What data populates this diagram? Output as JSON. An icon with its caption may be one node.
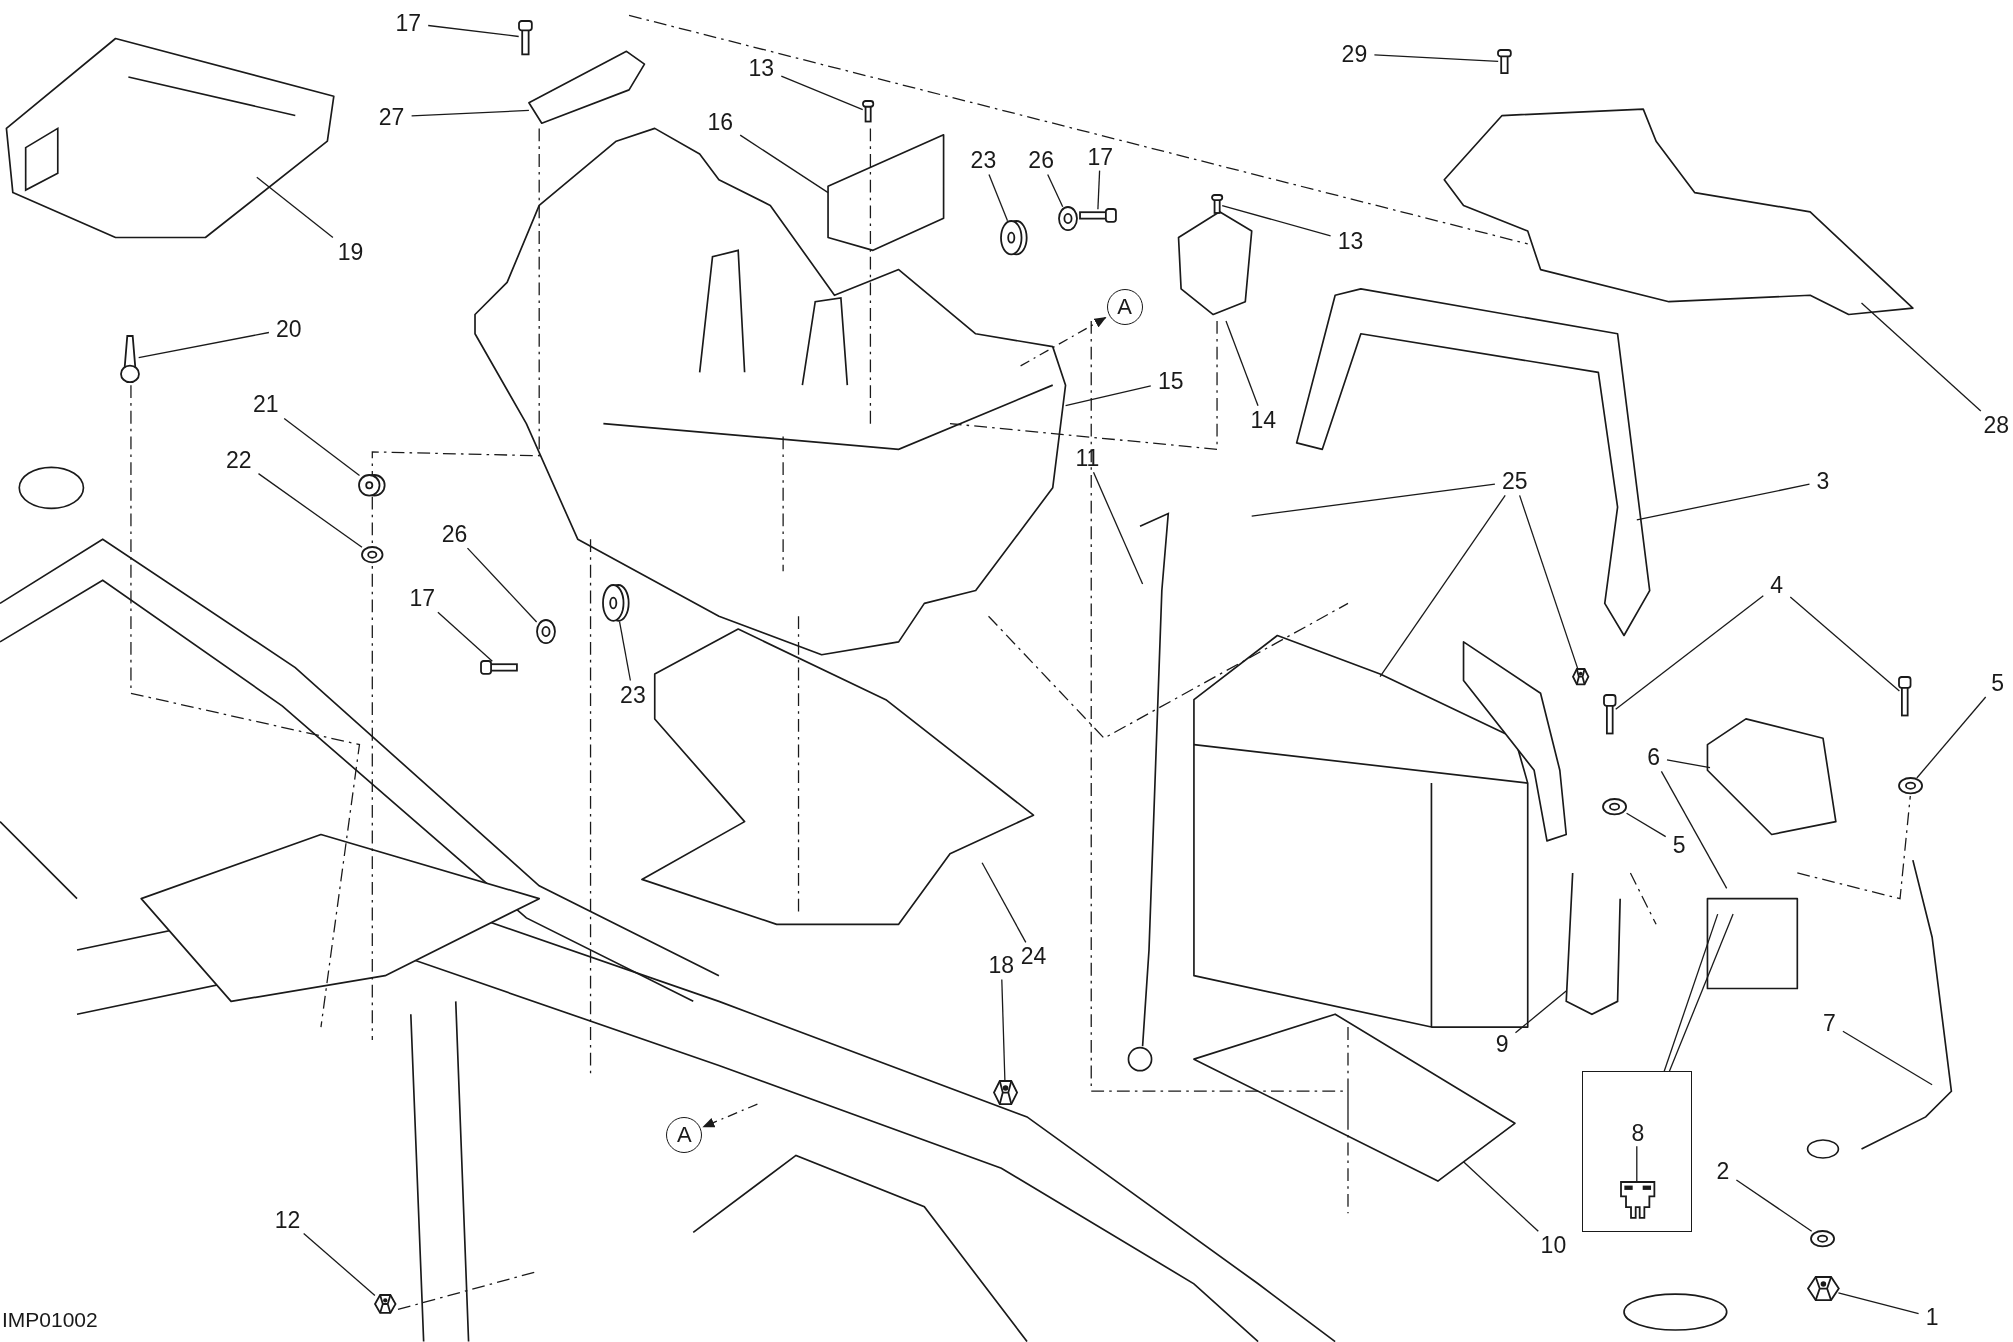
{
  "diagram": {
    "nodes": [
      {
        "text": [
          "17"
        ]
      },
      {
        "text": [
          "27"
        ]
      },
      {
        "text": [
          "19"
        ]
      },
      {
        "text": [
          "20"
        ]
      },
      {
        "text": [
          "21"
        ]
      },
      {
        "text": [
          "22"
        ]
      },
      {
        "text": [
          "26"
        ]
      },
      {
        "text": [
          "17"
        ]
      },
      {
        "text": [
          "23"
        ]
      },
      {
        "text": [
          "13"
        ]
      },
      {
        "text": [
          "16"
        ]
      },
      {
        "text": [
          "23"
        ]
      },
      {
        "text": [
          "26"
        ]
      },
      {
        "text": [
          "17"
        ]
      },
      {
        "text": [
          "29"
        ]
      },
      {
        "text": [
          "13"
        ]
      },
      {
        "text": [
          "14"
        ]
      },
      {
        "text": [
          "15"
        ]
      },
      {
        "text": [
          "A"
        ]
      },
      {
        "text": [
          "11"
        ]
      },
      {
        "text": [
          "25"
        ]
      },
      {
        "text": [
          "3"
        ]
      },
      {
        "text": [
          "28"
        ]
      },
      {
        "text": [
          "4"
        ]
      },
      {
        "text": [
          "5"
        ]
      },
      {
        "text": [
          "6"
        ]
      },
      {
        "text": [
          "5"
        ]
      },
      {
        "text": [
          "9"
        ]
      },
      {
        "text": [
          "24"
        ]
      },
      {
        "text": [
          "18"
        ]
      },
      {
        "text": [],
        "shape": "box"
      },
      {
        "text": [
          "8"
        ],
        "in": 30
      },
      {
        "text": [
          "7"
        ]
      },
      {
        "text": [
          "2"
        ]
      },
      {
        "text": [
          "10"
        ]
      },
      {
        "text": [
          "1"
        ]
      },
      {
        "text": [
          "A"
        ]
      },
      {
        "text": [
          "12"
        ]
      },
      {
        "text": [],
        "shape": "picture"
      },
      {
        "text": [],
        "shape": "picture"
      },
      {
        "text": [],
        "shape": "picture"
      },
      {
        "text": [],
        "shape": "picture"
      },
      {
        "text": [],
        "shape": "picture"
      },
      {
        "text": [],
        "shape": "picture"
      },
      {
        "text": [],
        "shape": "picture"
      },
      {
        "text": [],
        "shape": "picture"
      },
      {
        "text": [],
        "shape": "picture"
      },
      {
        "text": [],
        "shape": "picture"
      },
      {
        "text": [],
        "shape": "picture"
      },
      {
        "text": [],
        "shape": "picture"
      },
      {
        "text": [],
        "shape": "picture"
      },
      {
        "text": [],
        "shape": "picture"
      },
      {
        "text": [],
        "shape": "picture"
      },
      {
        "text": [],
        "shape": "picture"
      },
      {
        "text": [],
        "shape": "picture"
      },
      {
        "text": [],
        "shape": "picture"
      },
      {
        "text": [],
        "shape": "picture"
      },
      {
        "text": [],
        "shape": "picture"
      },
      {
        "text": [],
        "shape": "picture"
      },
      {
        "text": [],
        "shape": "picture"
      },
      {
        "text": [],
        "shape": "picture",
        "in": 30
      }
    ],
    "edges": [
      {
        "from": 0,
        "to": 38,
        "arrow": "none"
      },
      {
        "from": 1,
        "to": null,
        "arrow": "none"
      },
      {
        "from": 2,
        "to": null,
        "arrow": "none"
      },
      {
        "from": 3,
        "to": 39,
        "arrow": "none"
      },
      {
        "from": 4,
        "to": 40,
        "arrow": "none"
      },
      {
        "from": 5,
        "to": 41,
        "arrow": "none"
      },
      {
        "from": 6,
        "to": 42,
        "arrow": "none"
      },
      {
        "from": 7,
        "to": 43,
        "arrow": "none"
      },
      {
        "from": 8,
        "to": 44,
        "arrow": "none"
      },
      {
        "from": 9,
        "to": 45,
        "arrow": "none"
      },
      {
        "from": 10,
        "to": null,
        "arrow": "none"
      },
      {
        "from": 11,
        "to": 46,
        "arrow": "none"
      },
      {
        "from": 12,
        "to": 47,
        "arrow": "none"
      },
      {
        "from": 13,
        "to": 48,
        "arrow": "none"
      },
      {
        "from": 14,
        "to": 49,
        "arrow": "none"
      },
      {
        "from": 15,
        "to": 50,
        "arrow": "none"
      },
      {
        "from": 16,
        "to": null,
        "arrow": "none"
      },
      {
        "from": 17,
        "to": null,
        "arrow": "none"
      },
      {
        "from": null,
        "to": 18,
        "arrow": "to",
        "style": "dashed"
      },
      {
        "from": 19,
        "to": null,
        "arrow": "none"
      },
      {
        "from": 20,
        "to": null,
        "arrow": "none"
      },
      {
        "from": 20,
        "to": null,
        "arrow": "none"
      },
      {
        "from": 20,
        "to": 51,
        "arrow": "none"
      },
      {
        "from": 21,
        "to": null,
        "arrow": "none"
      },
      {
        "from": 22,
        "to": null,
        "arrow": "none"
      },
      {
        "from": 23,
        "to": 52,
        "arrow": "none"
      },
      {
        "from": 23,
        "to": 53,
        "arrow": "none"
      },
      {
        "from": 24,
        "to": 54,
        "arrow": "none"
      },
      {
        "from": 25,
        "to": null,
        "arrow": "none"
      },
      {
        "from": 25,
        "to": null,
        "arrow": "none"
      },
      {
        "from": 26,
        "to": 55,
        "arrow": "none"
      },
      {
        "from": 27,
        "to": null,
        "arrow": "none"
      },
      {
        "from": 28,
        "to": null,
        "arrow": "none"
      },
      {
        "from": 29,
        "to": 56,
        "arrow": "none"
      },
      {
        "from": 30,
        "to": null,
        "arrow": "none"
      },
      {
        "from": 30,
        "to": null,
        "arrow": "none"
      },
      {
        "from": 31,
        "to": 60,
        "arrow": "none"
      },
      {
        "from": 32,
        "to": null,
        "arrow": "none"
      },
      {
        "from": 33,
        "to": 58,
        "arrow": "none"
      },
      {
        "from": 34,
        "to": null,
        "arrow": "none"
      },
      {
        "from": 35,
        "to": 57,
        "arrow": "none"
      },
      {
        "from": null,
        "to": 36,
        "arrow": "to",
        "style": "dashed"
      },
      {
        "from": 37,
        "to": 59,
        "arrow": "none"
      }
    ],
    "labels": [
      "IMP01002"
    ]
  }
}
